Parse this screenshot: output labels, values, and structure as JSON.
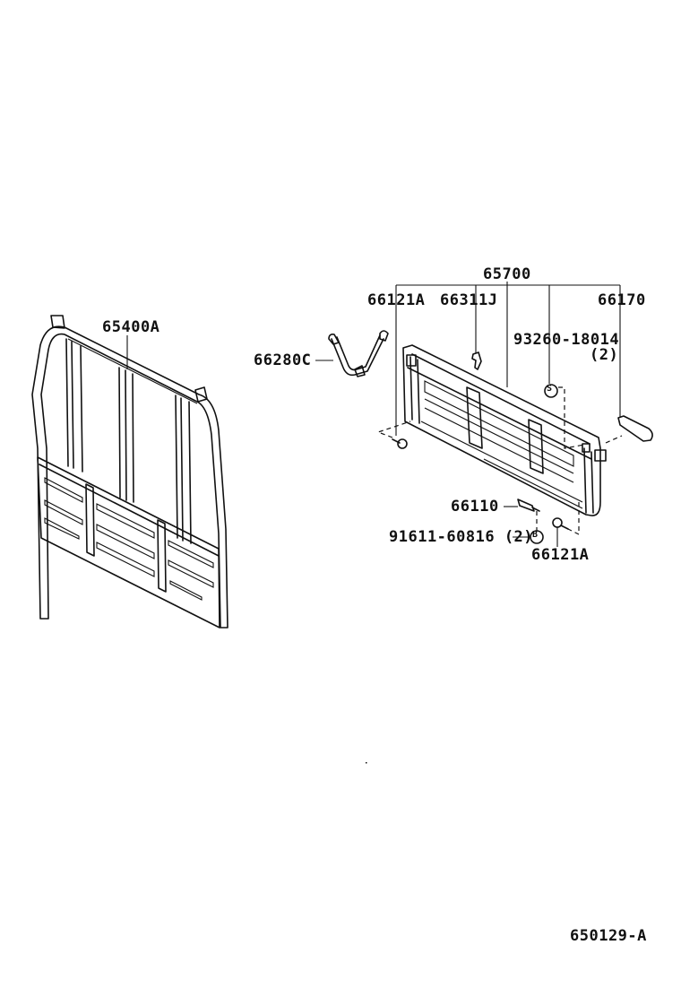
{
  "diagram": {
    "title_code": "650129-A",
    "parts": [
      {
        "id": "p65400A",
        "label": "65400A",
        "description": "rear cab guard frame"
      },
      {
        "id": "p65700",
        "label": "65700",
        "description": "tailgate assembly (group)"
      },
      {
        "id": "p66121A_top",
        "label": "66121A"
      },
      {
        "id": "p66311J",
        "label": "66311J"
      },
      {
        "id": "p66170",
        "label": "66170"
      },
      {
        "id": "p93260",
        "label": "93260-18014",
        "qty": "(2)",
        "symbol": "S"
      },
      {
        "id": "p66280C",
        "label": "66280C"
      },
      {
        "id": "p66110",
        "label": "66110"
      },
      {
        "id": "p91611",
        "label": "91611-60816 (2)",
        "symbol": "B"
      },
      {
        "id": "p66121A_bottom",
        "label": "66121A"
      }
    ]
  }
}
